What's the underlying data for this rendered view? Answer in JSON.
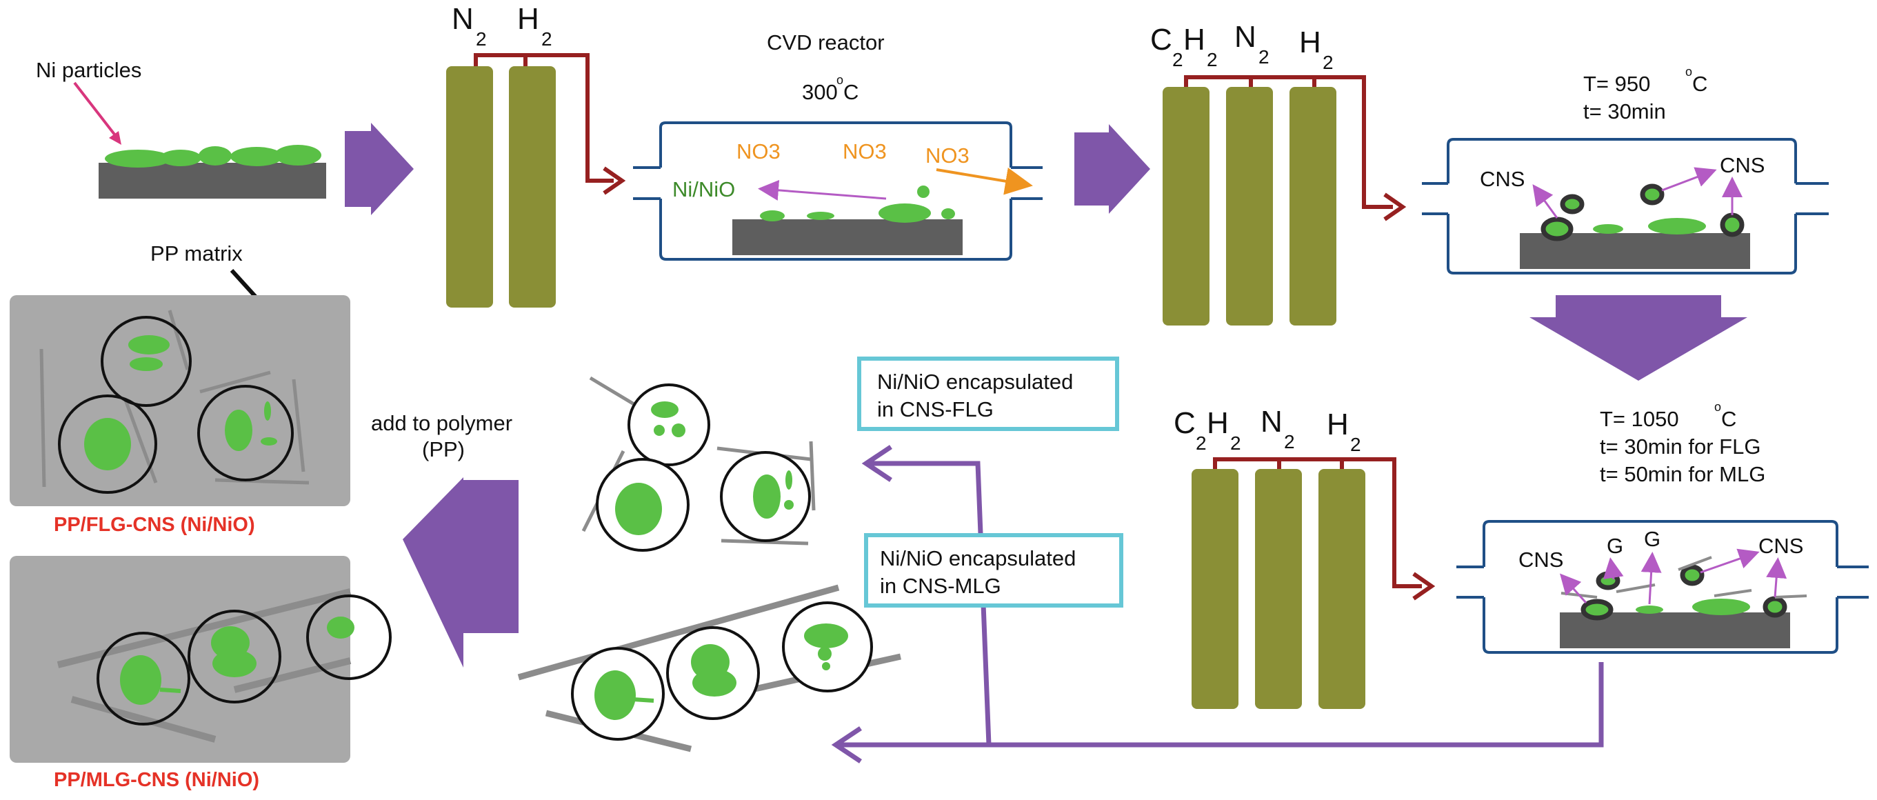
{
  "colors": {
    "green": "#5ac046",
    "olive": "#8a8f36",
    "substrate": "#5e5e5e",
    "purple_arrow": "#7f56a9",
    "dark_red": "#962020",
    "reactor_blue": "#1f4f86",
    "cyan_box": "#66c7d6",
    "orange": "#ef9420",
    "pink": "#b45bc4",
    "magenta_arrow": "#d8367d",
    "title_red": "#e53227",
    "panel_gray": "#a9a9a9",
    "rod_gray": "#8c8c8c"
  },
  "labels": {
    "ni_particles": "Ni particles",
    "cvd_reactor": "CVD reactor",
    "t300": "300",
    "deg": "o",
    "celsius": "C",
    "no3": "NO3",
    "ni_nio": "Ni/NiO",
    "t950_prefix": "T= 950",
    "t950_time": "t= 30min",
    "t1050_prefix": "T= 1050",
    "t1050_flg": "t= 30min for FLG",
    "t1050_mlg": "t= 50min for MLG",
    "cns": "CNS",
    "g": "G",
    "pp_matrix": "PP matrix",
    "add_polymer_1": "add to polymer",
    "add_polymer_2": "(PP)",
    "pp_flg": "PP/FLG-CNS (Ni/NiO)",
    "pp_mlg": "PP/MLG-CNS (Ni/NiO)",
    "box_flg_1": "Ni/NiO encapsulated",
    "box_flg_2": "in CNS-FLG",
    "box_mlg_1": "Ni/NiO encapsulated",
    "box_mlg_2": "in CNS-MLG"
  },
  "gases": {
    "n": "N",
    "h": "H",
    "c": "C",
    "sub2": "2"
  }
}
